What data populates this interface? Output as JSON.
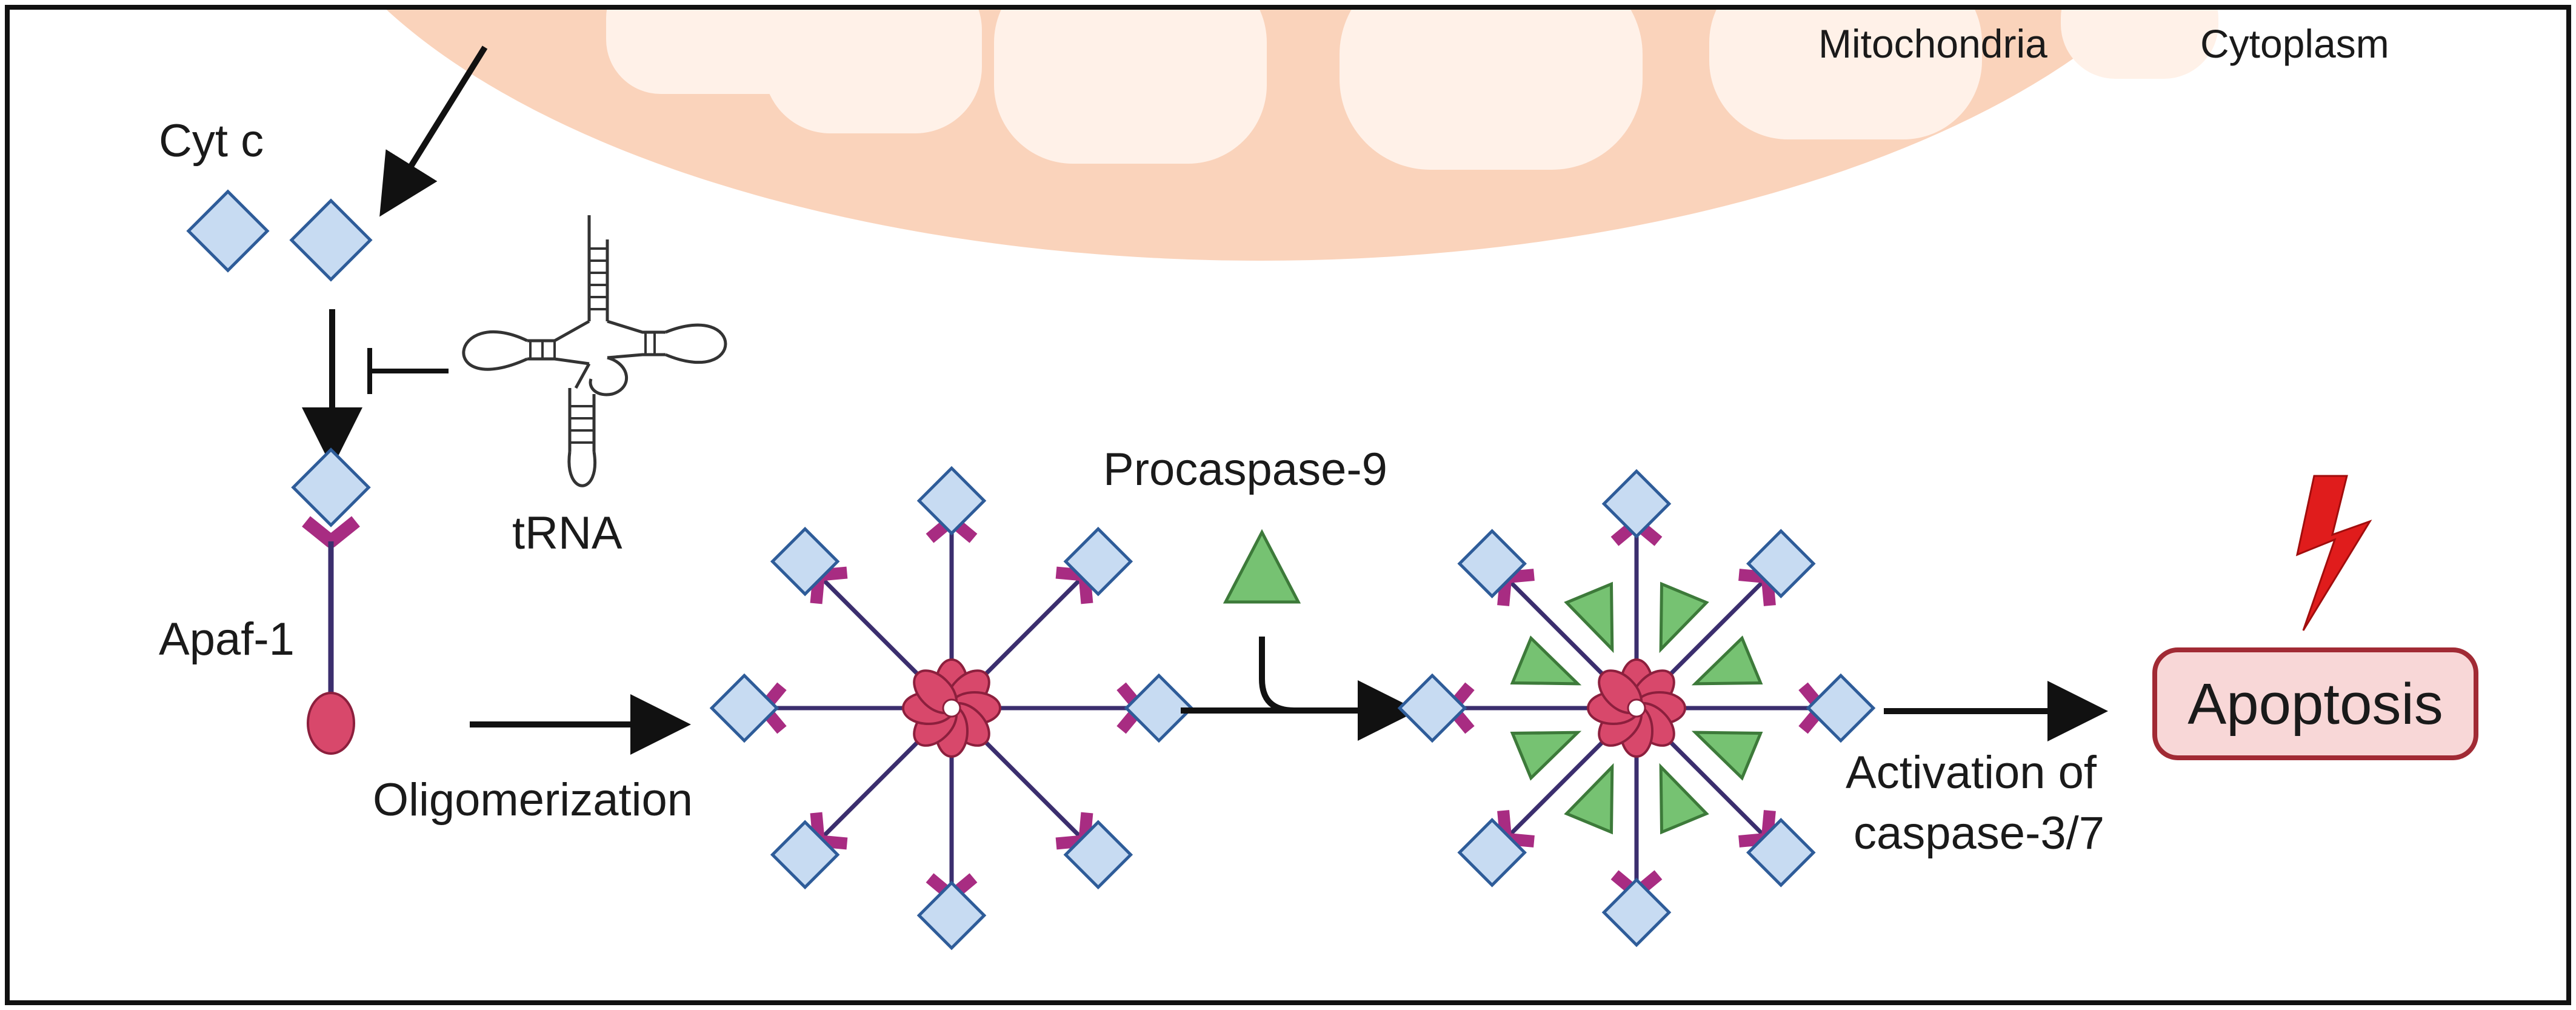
{
  "labels": {
    "mitochondria": "Mitochondria",
    "cytoplasm": "Cytoplasm",
    "cyt_c": "Cyt c",
    "trna": "tRNA",
    "apaf1": "Apaf-1",
    "oligomerization": "Oligomerization",
    "procaspase9": "Procaspase-9",
    "activation_line1": "Activation of",
    "activation_line2": "caspase-3/7",
    "apoptosis": "Apoptosis"
  },
  "colors": {
    "mito_outer": "#fad3bb",
    "mito_inner": "#fff1e8",
    "cytc_fill": "#c7dbf2",
    "cytc_stroke": "#2e5c99",
    "apaf_purple": "#a82c82",
    "apaf_stem": "#3b2e6e",
    "apaf_head": "#d8486b",
    "procaspase_fill": "#76c272",
    "procaspase_stroke": "#3d7a3a",
    "apoptosis_fill": "#f8d7d7",
    "apoptosis_stroke": "#a12a34",
    "lightning": "#e01c1c"
  },
  "icons": [
    "lightning-icon",
    "trna-icon"
  ]
}
